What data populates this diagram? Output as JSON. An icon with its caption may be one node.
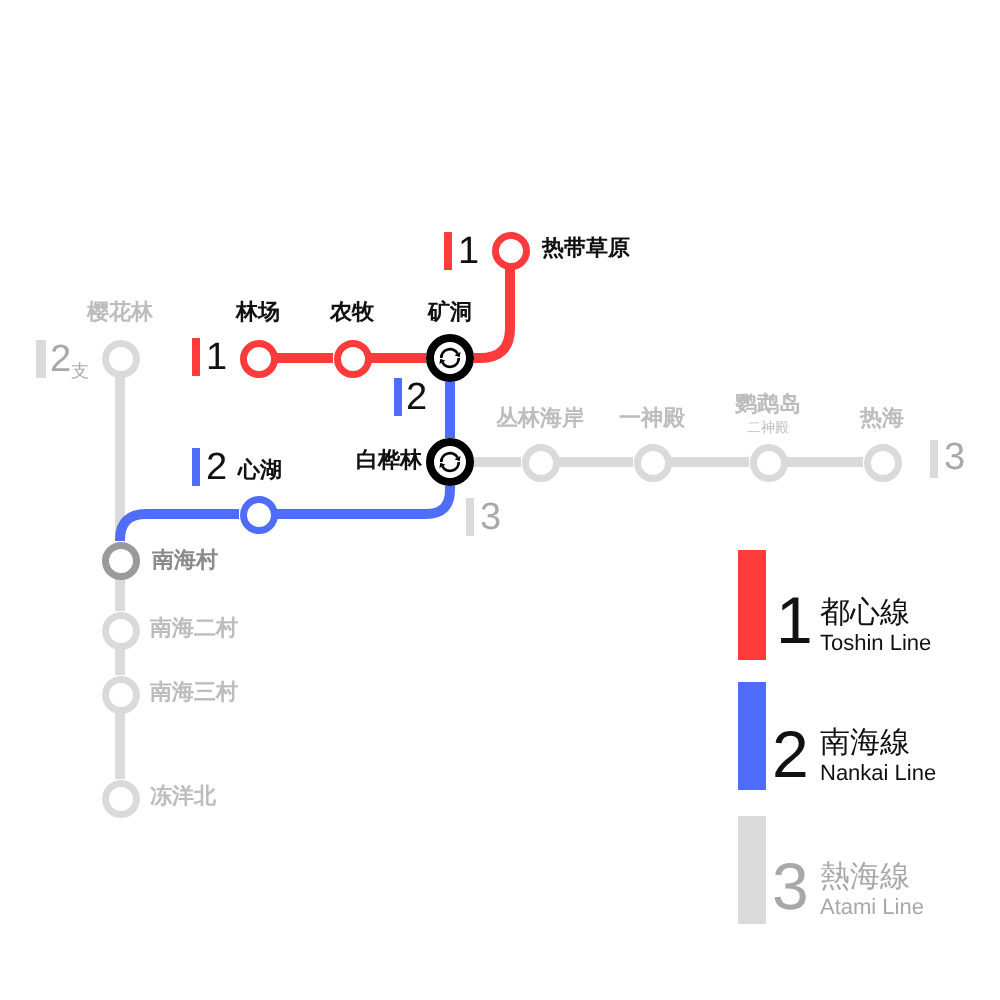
{
  "diagram": {
    "nodes": [
      {
        "text": [
          "热带草原"
        ]
      },
      {
        "text": [
          "樱花林"
        ]
      },
      {
        "text": [
          "林场"
        ]
      },
      {
        "text": [
          "农牧"
        ]
      },
      {
        "text": [
          "矿洞"
        ]
      },
      {
        "text": [
          "丛林海岸"
        ]
      },
      {
        "text": [
          "一神殿"
        ]
      },
      {
        "text": [
          "鹦鹉岛",
          "二神殿"
        ]
      },
      {
        "text": [
          "热海"
        ]
      },
      {
        "text": [
          "白桦林"
        ]
      },
      {
        "text": [
          "心湖"
        ]
      },
      {
        "text": [
          "南海村"
        ]
      },
      {
        "text": [
          "南海二村"
        ]
      },
      {
        "text": [
          "南海三村"
        ]
      },
      {
        "text": [
          "冻洋北"
        ]
      }
    ],
    "edges": [
      {
        "from": 2,
        "to": 3,
        "arrow": "none",
        "color": "#ff3a3a"
      },
      {
        "from": 3,
        "to": 4,
        "arrow": "none",
        "color": "#ff3a3a"
      },
      {
        "from": 4,
        "to": 0,
        "arrow": "none",
        "color": "#ff3a3a"
      },
      {
        "from": 4,
        "to": 9,
        "arrow": "none",
        "color": "#4f6dfa"
      },
      {
        "from": 9,
        "to": 10,
        "arrow": "none",
        "color": "#4f6dfa"
      },
      {
        "from": 10,
        "to": 11,
        "arrow": "none",
        "color": "#4f6dfa"
      },
      {
        "from": 9,
        "to": 5,
        "arrow": "none"
      },
      {
        "from": 5,
        "to": 6,
        "arrow": "none"
      },
      {
        "from": 6,
        "to": 7,
        "arrow": "none"
      },
      {
        "from": 7,
        "to": 8,
        "arrow": "none"
      },
      {
        "from": 1,
        "to": 11,
        "arrow": "none"
      },
      {
        "from": 11,
        "to": 12,
        "arrow": "none"
      },
      {
        "from": 12,
        "to": 13,
        "arrow": "none"
      },
      {
        "from": 13,
        "to": 14,
        "arrow": "none"
      }
    ],
    "labels": [
      "1",
      "2$_{支}$",
      "1",
      "2",
      "2",
      "3",
      "3",
      "1",
      "2",
      "3"
    ],
    "legend": [
      {
        "text": "都心線 Toshin Line",
        "color": "#ff3a3a"
      },
      {
        "text": "南海線 Nankai Line",
        "color": "#4f6dfa"
      },
      {
        "text": "熱海線 Atami Line",
        "color": "#dadada"
      }
    ]
  }
}
